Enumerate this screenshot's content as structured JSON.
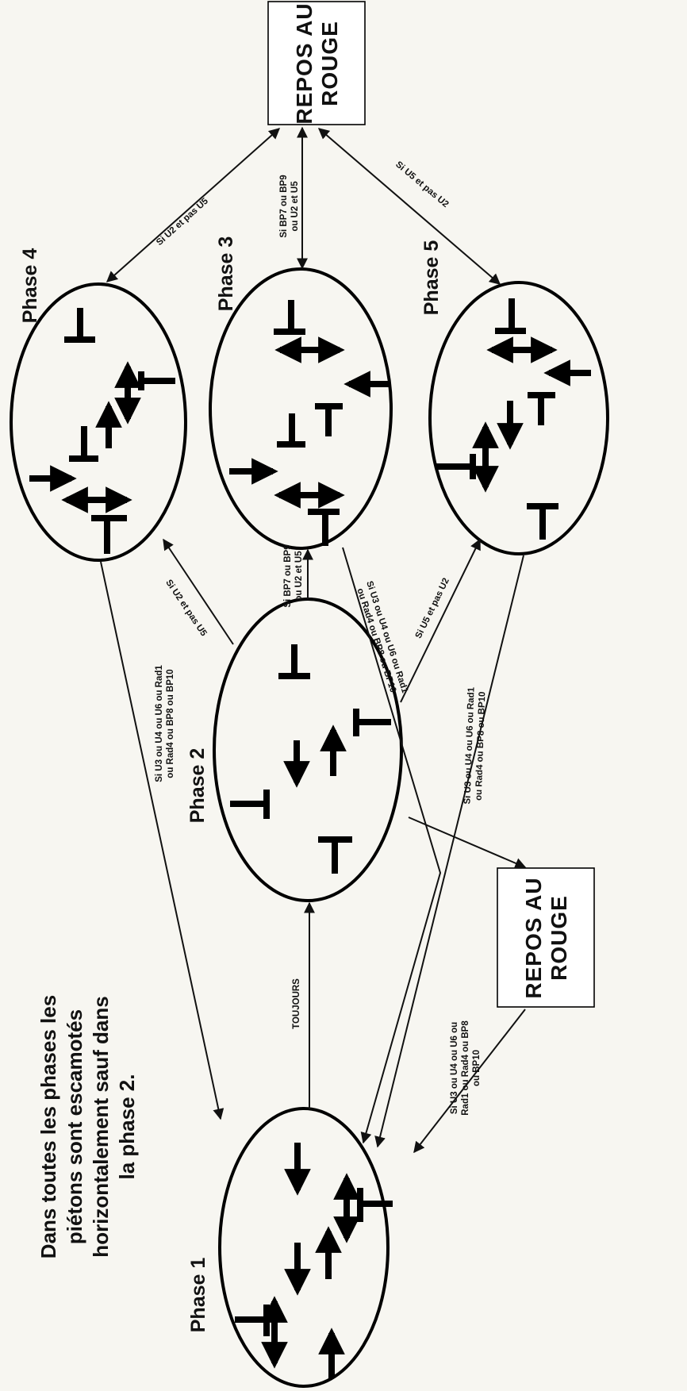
{
  "note": {
    "lines": [
      "Dans toutes les phases les",
      "piétons sont escamotés",
      "horizontalement sauf dans",
      "la phase 2."
    ]
  },
  "phases": {
    "phase1": "Phase 1",
    "phase2": "Phase 2",
    "phase3": "Phase 3",
    "phase4": "Phase 4",
    "phase5": "Phase 5"
  },
  "boxes": {
    "rest_top": [
      "REPOS AU",
      "ROUGE"
    ],
    "rest_bottom": [
      "REPOS AU",
      "ROUGE"
    ]
  },
  "transitions": {
    "p1_to_p2": "TOUJOURS",
    "p2_to_p3": [
      "Si BP7 ou BP9",
      "ou U2 et U5"
    ],
    "p2_to_p4": "Si U2 et pas U5",
    "p2_to_p5": "Si U5 et pas U2",
    "p3_to_p1": [
      "Si U3 ou U4 ou U6 ou Rad1",
      "ou Rad4 ou BP8 ou BP10"
    ],
    "p5_to_p1": [
      "Si U3 ou U4 ou U6 ou Rad1",
      "ou Rad4 ou BP8 ou BP10"
    ],
    "p4_to_p1": [
      "Si U3 ou U4 ou U6 ou Rad1",
      "ou Rad4 ou BP8 ou BP10"
    ],
    "rest_to_p1": [
      "Si U3 ou U4 ou U6 ou",
      "Rad1 ou Rad4 ou BP8",
      "ou BP10"
    ],
    "rest_p4": "Si U2 et pas U5",
    "rest_p3": [
      "Si BP7 ou BP9",
      "ou U2 et U5"
    ],
    "rest_p5": "Si U5 et pas U2"
  }
}
